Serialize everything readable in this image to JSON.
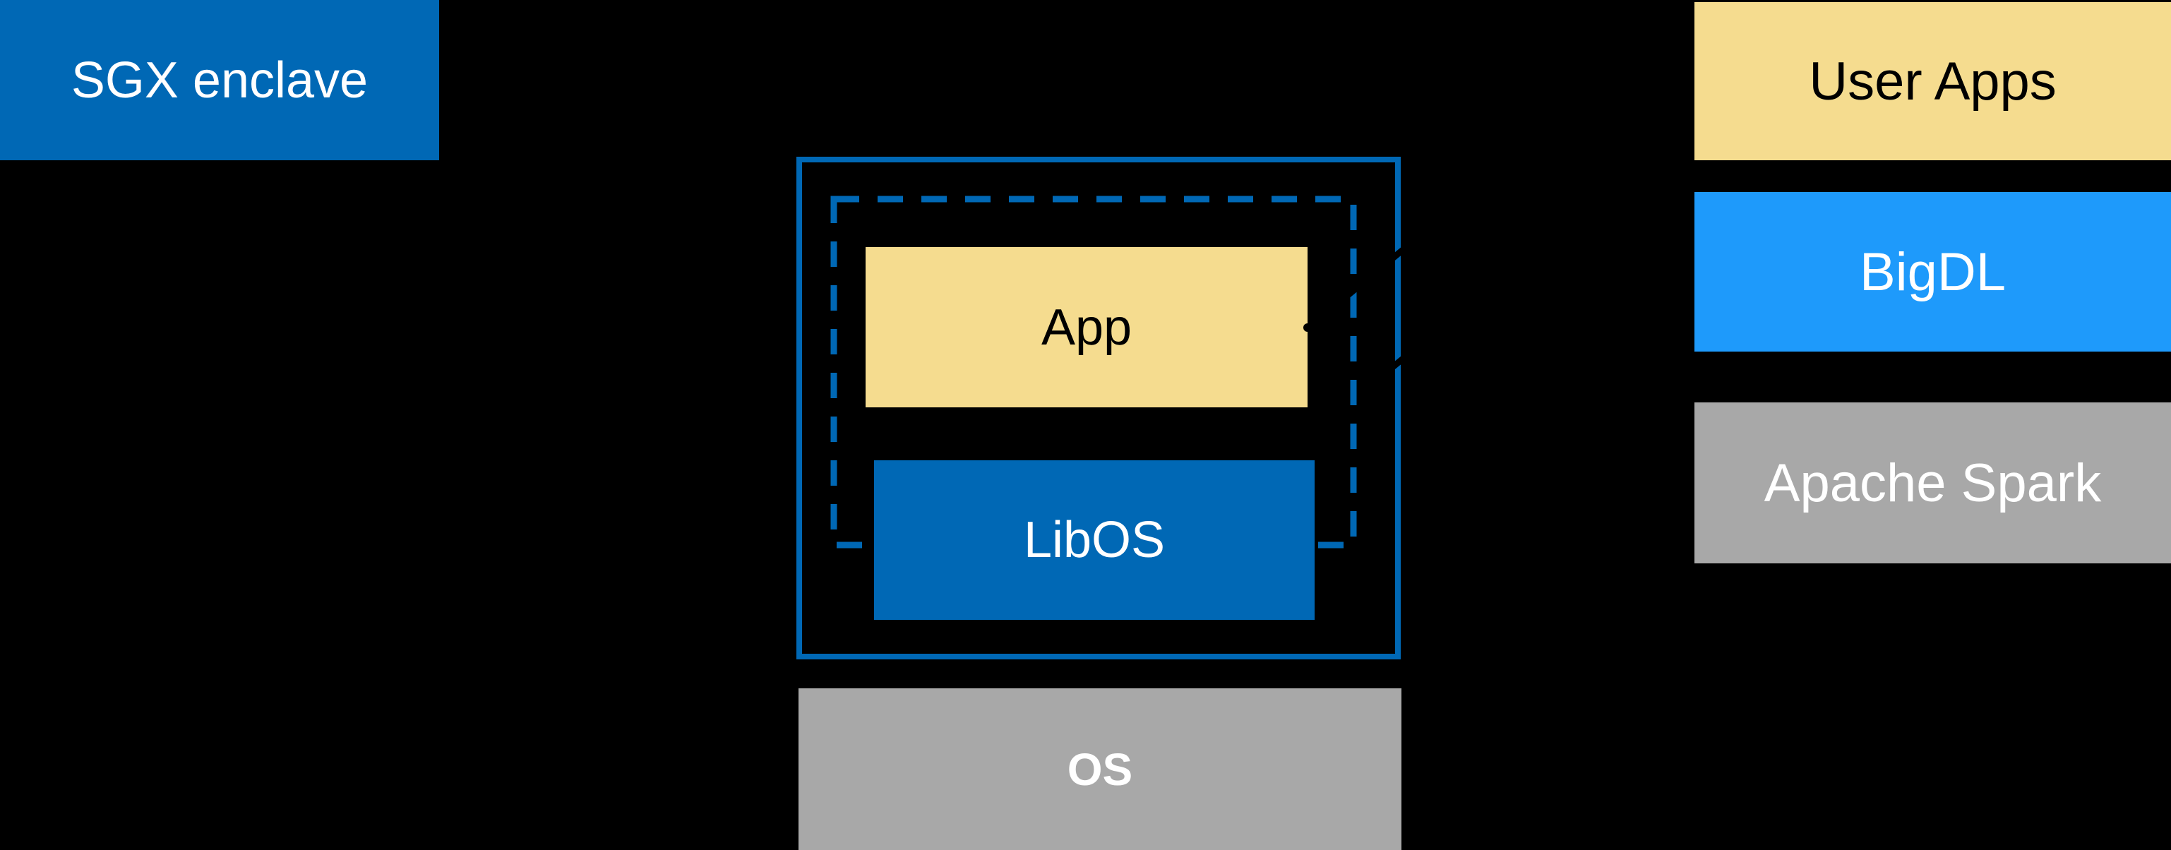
{
  "diagram": {
    "background": "#000000",
    "colors": {
      "intel_blue": "#0068B5",
      "azure": "#1E9AFB",
      "yellow": "#F5DC8F",
      "gray": "#A8A8A8",
      "white": "#FFFFFF",
      "black": "#000000"
    },
    "sgx_box": {
      "label": "SGX enclave"
    },
    "enclave_group": {
      "app_box": {
        "label": "App"
      },
      "libos_box": {
        "label": "LibOS"
      }
    },
    "os_box": {
      "label": "OS"
    },
    "right_stack": [
      {
        "label": "User Apps"
      },
      {
        "label": "BigDL"
      },
      {
        "label": "Apache Spark"
      }
    ]
  }
}
